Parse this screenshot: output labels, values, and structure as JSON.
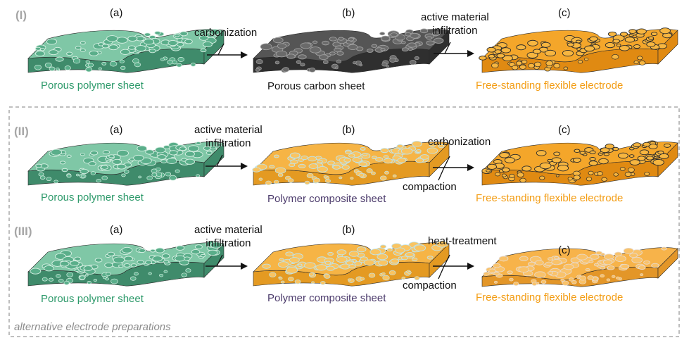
{
  "colors": {
    "polymer_top": "#7fc7a6",
    "polymer_side": "#3f8b6b",
    "polymer_line": "#d8f0e4",
    "carbon_top": "#555555",
    "carbon_side": "#2f2f2f",
    "carbon_line": "#a0a0a0",
    "electrode_top": "#f4a62a",
    "electrode_side": "#e08a12",
    "electrode_line": "#2a2a2a",
    "composite_top": "#f6b445",
    "composite_line": "#bfe3ea",
    "caption_green": "#2e9a6b",
    "caption_black": "#111111",
    "caption_orange": "#f39c12",
    "caption_purple": "#4b3a6b",
    "dashed_border": "#9a9a9a"
  },
  "rows": [
    {
      "id": "I",
      "label": "(I)",
      "sub_labels": [
        "(a)",
        "(b)",
        "(c)"
      ],
      "steps": [
        "carbonization",
        "active material\ninfiltration"
      ],
      "sheets": [
        {
          "caption": "Porous polymer sheet",
          "material": "polymer"
        },
        {
          "caption": "Porous carbon sheet",
          "material": "carbon"
        },
        {
          "caption": "Free-standing flexible electrode",
          "material": "electrode"
        }
      ]
    },
    {
      "id": "II",
      "label": "(II)",
      "sub_labels": [
        "(a)",
        "(b)",
        "(c)"
      ],
      "steps": [
        "active material\ninfiltration",
        "carbonization",
        "compaction"
      ],
      "sheets": [
        {
          "caption": "Porous polymer sheet",
          "material": "polymer"
        },
        {
          "caption": "Polymer composite sheet",
          "material": "composite"
        },
        {
          "caption": "Free-standing flexible electrode",
          "material": "electrode"
        }
      ]
    },
    {
      "id": "III",
      "label": "(III)",
      "sub_labels": [
        "(a)",
        "(b)",
        "(c)"
      ],
      "steps": [
        "active material\ninfiltration",
        "heat-treatment",
        "compaction"
      ],
      "sheets": [
        {
          "caption": "Porous polymer sheet",
          "material": "polymer"
        },
        {
          "caption": "Polymer composite sheet",
          "material": "composite"
        },
        {
          "caption": "Free-standing flexible electrode",
          "material": "thin-electrode"
        }
      ]
    }
  ],
  "note": "alternative electrode preparations"
}
